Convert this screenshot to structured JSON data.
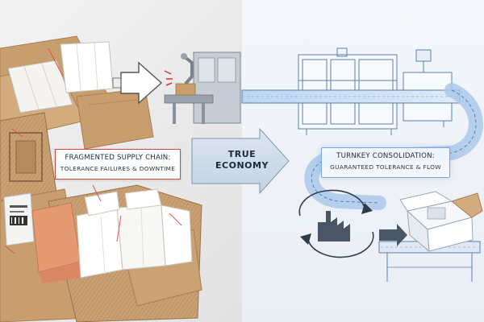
{
  "left_panel": {
    "callout_title": "FRAGMENTED SUPPLY CHAIN:",
    "callout_subtitle": "TOLERANCE FAILURES & DOWNTIME"
  },
  "center": {
    "line1": "TRUE",
    "line2": "ECONOMY"
  },
  "right_panel": {
    "callout_title": "TURNKEY CONSOLIDATION:",
    "callout_subtitle": "GUARANTEED TOLERANCE & FLOW"
  },
  "colors": {
    "cardboard": "#c99e6f",
    "cardboard_dark": "#a97e52",
    "warning_red": "#c84a45",
    "blueprint_blue": "#5a7fae",
    "glow_blue": "#9cc4ee",
    "orange_box": "#e69a72"
  },
  "icons": [
    "arrow-right-icon",
    "factory-cycle-icon",
    "warning-spark-icon"
  ]
}
